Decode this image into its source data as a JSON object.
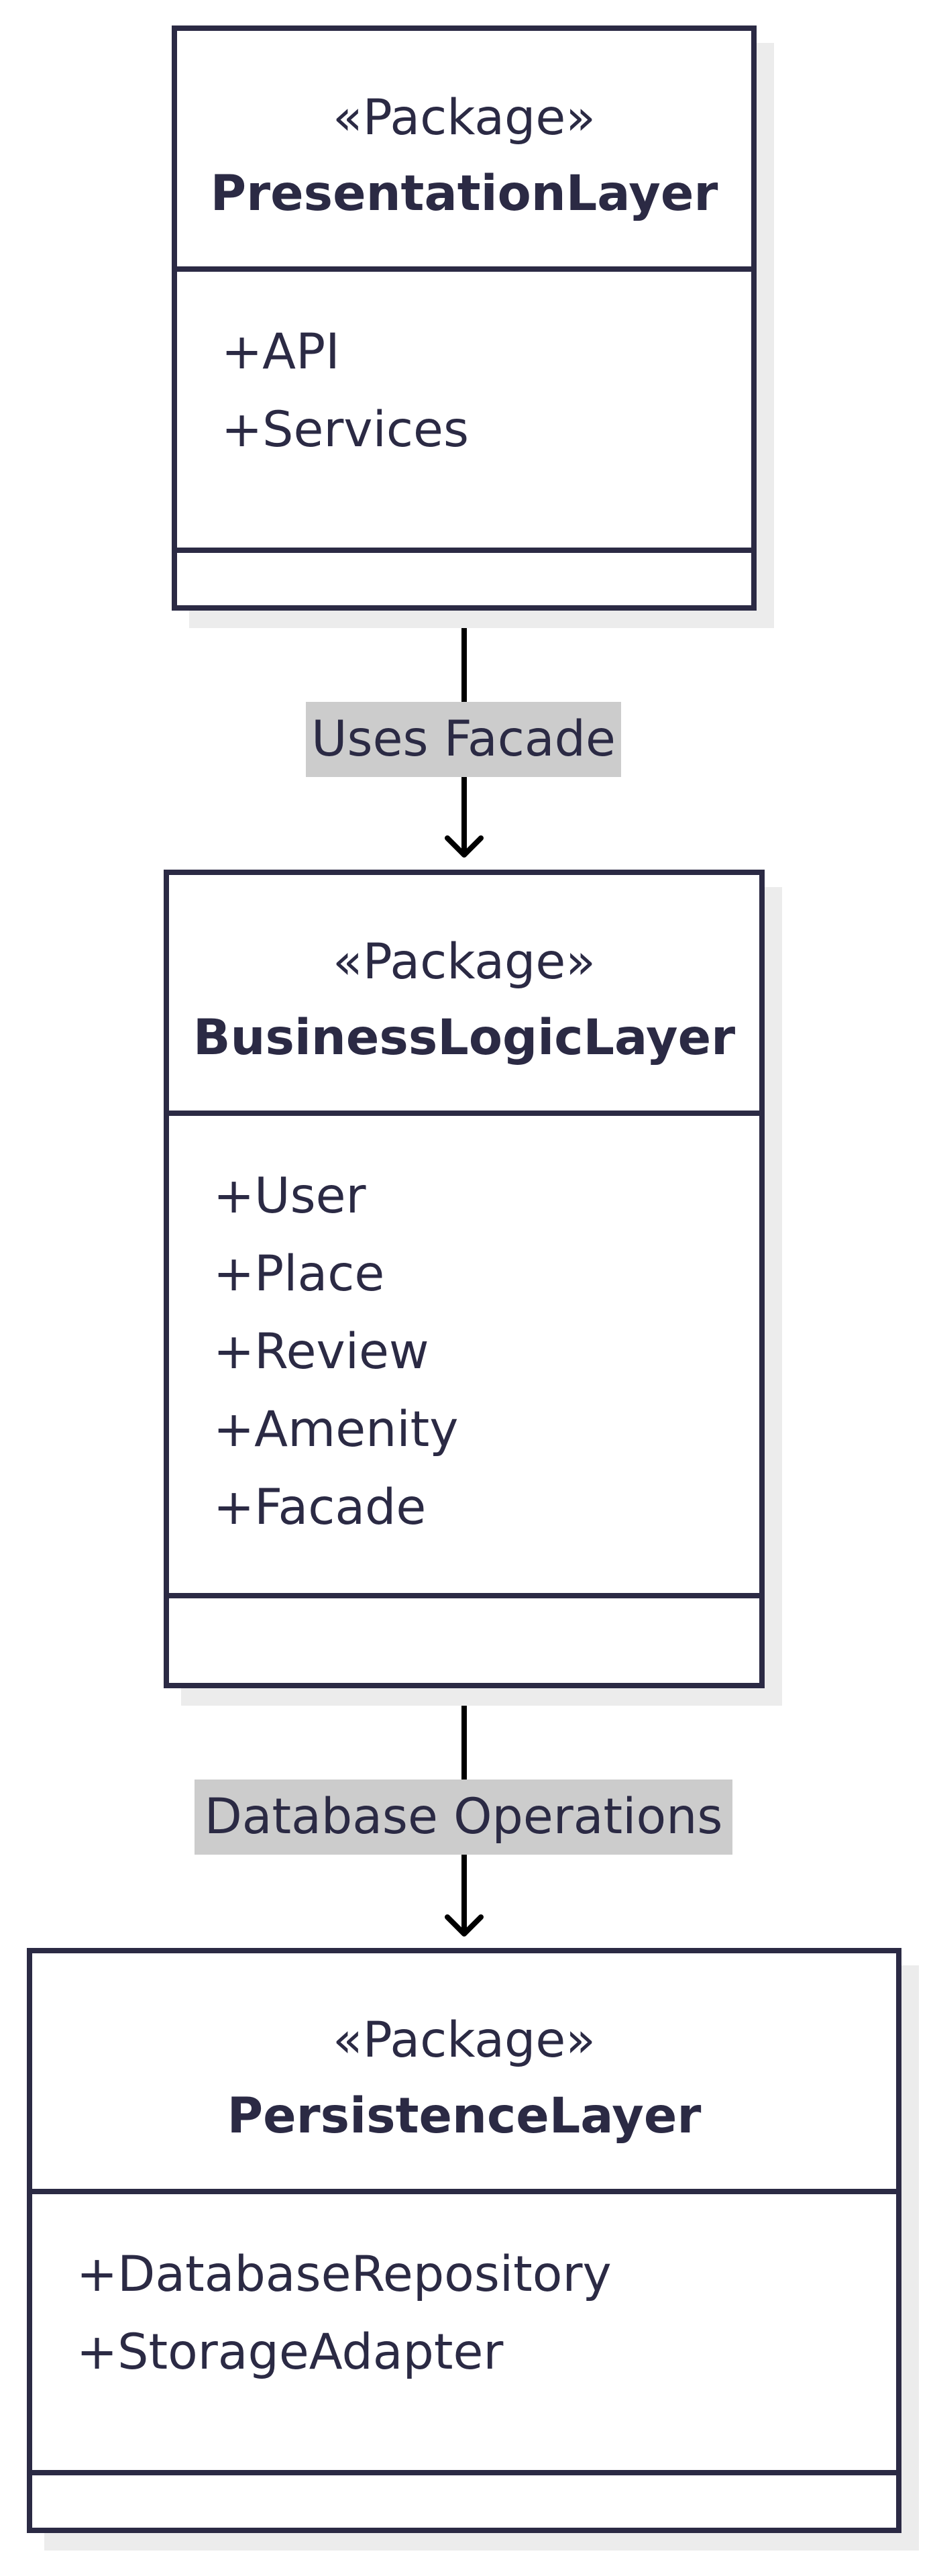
{
  "diagram": {
    "packages": [
      {
        "stereotype": "«Package»",
        "name": "PresentationLayer",
        "attributes": [
          "+API",
          "+Services"
        ]
      },
      {
        "stereotype": "«Package»",
        "name": "BusinessLogicLayer",
        "attributes": [
          "+User",
          "+Place",
          "+Review",
          "+Amenity",
          "+Facade"
        ]
      },
      {
        "stereotype": "«Package»",
        "name": "PersistenceLayer",
        "attributes": [
          "+DatabaseRepository",
          "+StorageAdapter"
        ]
      }
    ],
    "edges": [
      {
        "label": "Uses Facade",
        "from": "PresentationLayer",
        "to": "BusinessLogicLayer"
      },
      {
        "label": "Database Operations",
        "from": "BusinessLogicLayer",
        "to": "PersistenceLayer"
      }
    ],
    "colors": {
      "stroke": "#2b2a44",
      "label_background": "#cccccc",
      "shadow": "#ececec"
    }
  }
}
